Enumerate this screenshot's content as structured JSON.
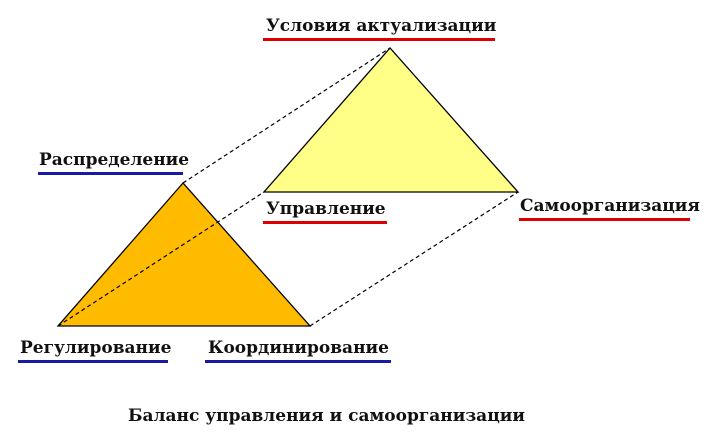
{
  "diagram": {
    "labels": {
      "actualization": "Условия  актуализации",
      "management": "Управление",
      "self_organization": "Самоорганизация",
      "distribution": "Распределение",
      "regulation": "Регулирование",
      "coordination": "Координирование"
    },
    "caption": "Баланс управления и самоорганизации"
  },
  "colors": {
    "yellow_triangle": "#ffff88",
    "orange_triangle": "#ffbb00",
    "red_underline": "#dd0000",
    "blue_underline": "#1a1aa0",
    "outline": "#000000"
  }
}
